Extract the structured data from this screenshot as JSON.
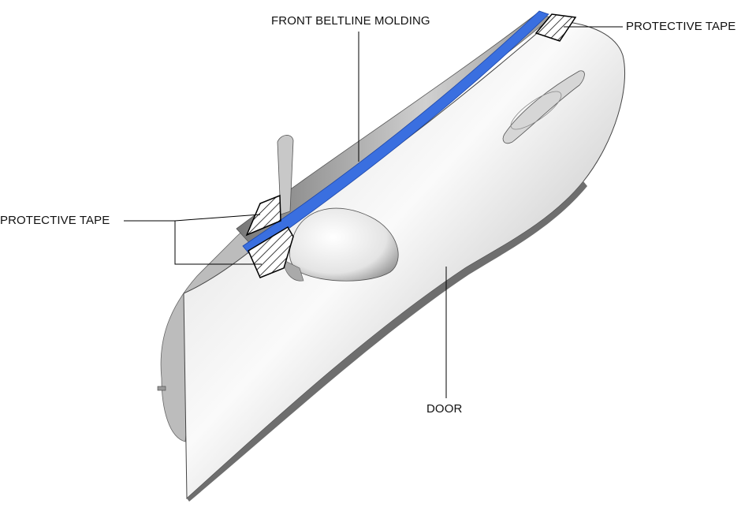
{
  "labels": {
    "front_beltline_molding": "FRONT BELTLINE MOLDING",
    "protective_tape_top": "PROTECTIVE TAPE",
    "protective_tape_left": "PROTECTIVE TAPE",
    "door": "DOOR"
  },
  "colors": {
    "molding": "#3a6fe0",
    "door_light": "#f4f4f4",
    "door_dark": "#8c8c8c",
    "leader": "#000000"
  }
}
